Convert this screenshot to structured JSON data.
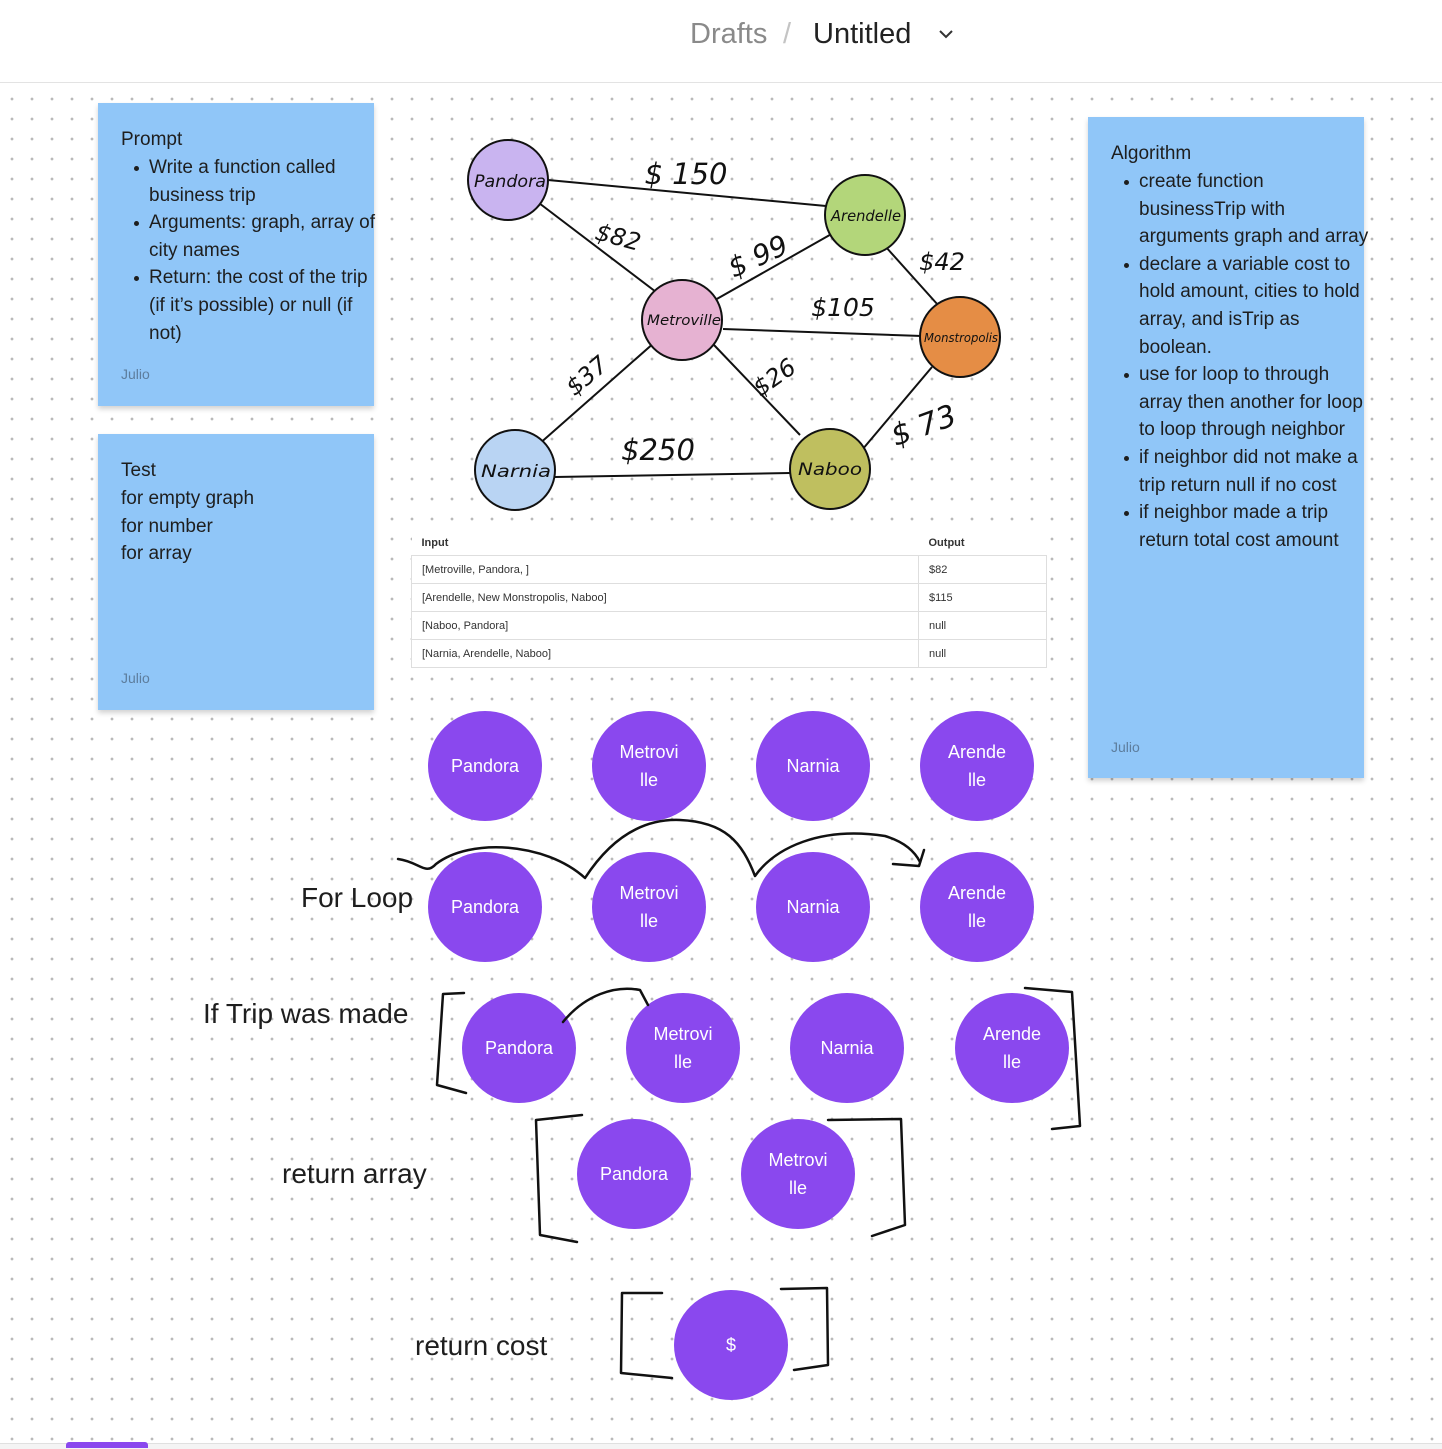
{
  "header": {
    "breadcrumb_root": "Drafts",
    "separator": "/",
    "file_title": "Untitled"
  },
  "prompt_note": {
    "title": "Prompt",
    "items": [
      "Write a function called business trip",
      "Arguments: graph, array of city names",
      "Return: the cost of the trip (if it’s possible) or null (if not)"
    ],
    "author": "Julio"
  },
  "test_note": {
    "title": "Test",
    "lines": [
      "for empty graph",
      "for number",
      "for array"
    ],
    "author": "Julio"
  },
  "algorithm_note": {
    "title": "Algorithm",
    "items": [
      "create function businessTrip with arguments graph and array",
      "declare a variable cost to hold amount, cities to hold array, and isTrip as boolean.",
      "use for loop to through array then another for loop to loop through neighbor",
      "if neighbor did not make a trip  return null if no cost",
      "if neighbor made a trip return total cost amount"
    ],
    "author": "Julio"
  },
  "graph": {
    "cities": {
      "pandora": "Pandora",
      "arendelle": "Arendelle",
      "metroville": "Metroville",
      "monstropolis": "Monstropolis",
      "narnia": "Narnia",
      "naboo": "Naboo"
    },
    "edges": {
      "pandora_arendelle": "$ 150",
      "pandora_metroville": "$82",
      "metroville_arendelle": "$ 99",
      "arendelle_monstropolis": "$42",
      "metroville_monstropolis": "$105",
      "metroville_narnia": "$37",
      "metroville_naboo": "$26",
      "narnia_naboo": "$250",
      "naboo_monstropolis": "$ 73"
    },
    "colors": {
      "pandora": "#c9b4f0",
      "arendelle": "#b3d67a",
      "metroville": "#e6b2d2",
      "monstropolis": "#e58d45",
      "narnia": "#b9d4f3",
      "naboo": "#bfbf5f"
    }
  },
  "io_table": {
    "headers": [
      "Input",
      "Output"
    ],
    "rows": [
      [
        "[Metroville, Pandora, ]",
        "$82"
      ],
      [
        "[Arendelle, New Monstropolis, Naboo]",
        "$115"
      ],
      [
        "[Naboo, Pandora]",
        "null"
      ],
      [
        "[Narnia, Arendelle, Naboo]",
        "null"
      ]
    ]
  },
  "rows": {
    "row1": [
      "Pandora",
      "Metrovi\nlle",
      "Narnia",
      "Arende\nlle"
    ],
    "row2": {
      "label": "For Loop",
      "nodes": [
        "Pandora",
        "Metrovi\nlle",
        "Narnia",
        "Arende\nlle"
      ]
    },
    "row3": {
      "label": "If Trip was made",
      "nodes": [
        "Pandora",
        "Metrovi\nlle",
        "Narnia",
        "Arende\nlle"
      ]
    },
    "row4": {
      "label": "return array",
      "nodes": [
        "Pandora",
        "Metrovi\nlle"
      ]
    },
    "row5": {
      "label": "return cost",
      "nodes": [
        "$"
      ]
    }
  },
  "theme": {
    "sticky_color": "#90c6f8",
    "node_color": "#8a48ee",
    "ink_color": "#111111"
  }
}
